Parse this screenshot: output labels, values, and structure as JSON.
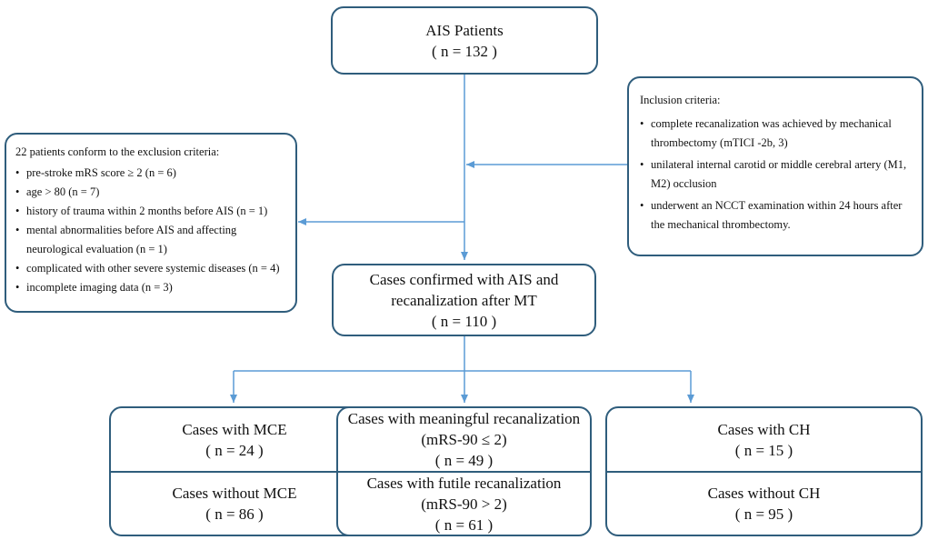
{
  "top_box": {
    "title": "AIS Patients",
    "count": "( n = 132 )"
  },
  "exclusion_box": {
    "heading": "22 patients conform to the exclusion criteria:",
    "items": [
      "pre-stroke mRS score ≥ 2 (n = 6)",
      "age > 80 (n = 7)",
      "history of trauma within 2 months before AIS (n = 1)",
      "mental abnormalities before AIS and affecting",
      "neurological evaluation (n = 1)",
      "complicated with other severe systemic diseases (n = 4)",
      "incomplete imaging data (n = 3)"
    ]
  },
  "inclusion_box": {
    "heading": "Inclusion criteria:",
    "items": [
      "complete recanalization was achieved by mechanical",
      "thrombectomy (mTICI -2b, 3)",
      "unilateral internal carotid or middle cerebral artery (M1,",
      "M2) occlusion",
      "underwent an NCCT examination within 24 hours after",
      "the mechanical thrombectomy."
    ]
  },
  "middle_box": {
    "line1": "Cases confirmed with AIS and",
    "line2": "recanalization after MT",
    "count": "( n = 110 )"
  },
  "mce_box": {
    "with_label": "Cases with MCE",
    "with_count": "( n = 24 )",
    "without_label": "Cases without MCE",
    "without_count": "( n = 86 )"
  },
  "recan_box": {
    "meaningful_label": "Cases with meaningful recanalization",
    "meaningful_criterion": "(mRS-90 ≤ 2)",
    "meaningful_count": "( n = 49 )",
    "futile_label": "Cases with futile recanalization",
    "futile_criterion": "(mRS-90 > 2)",
    "futile_count": "( n = 61 )"
  },
  "ch_box": {
    "with_label": "Cases with CH",
    "with_count": "( n = 15 )",
    "without_label": "Cases without CH",
    "without_count": "( n = 95 )"
  },
  "colors": {
    "border": "#2f5d7c",
    "arrow": "#5b9bd5"
  }
}
